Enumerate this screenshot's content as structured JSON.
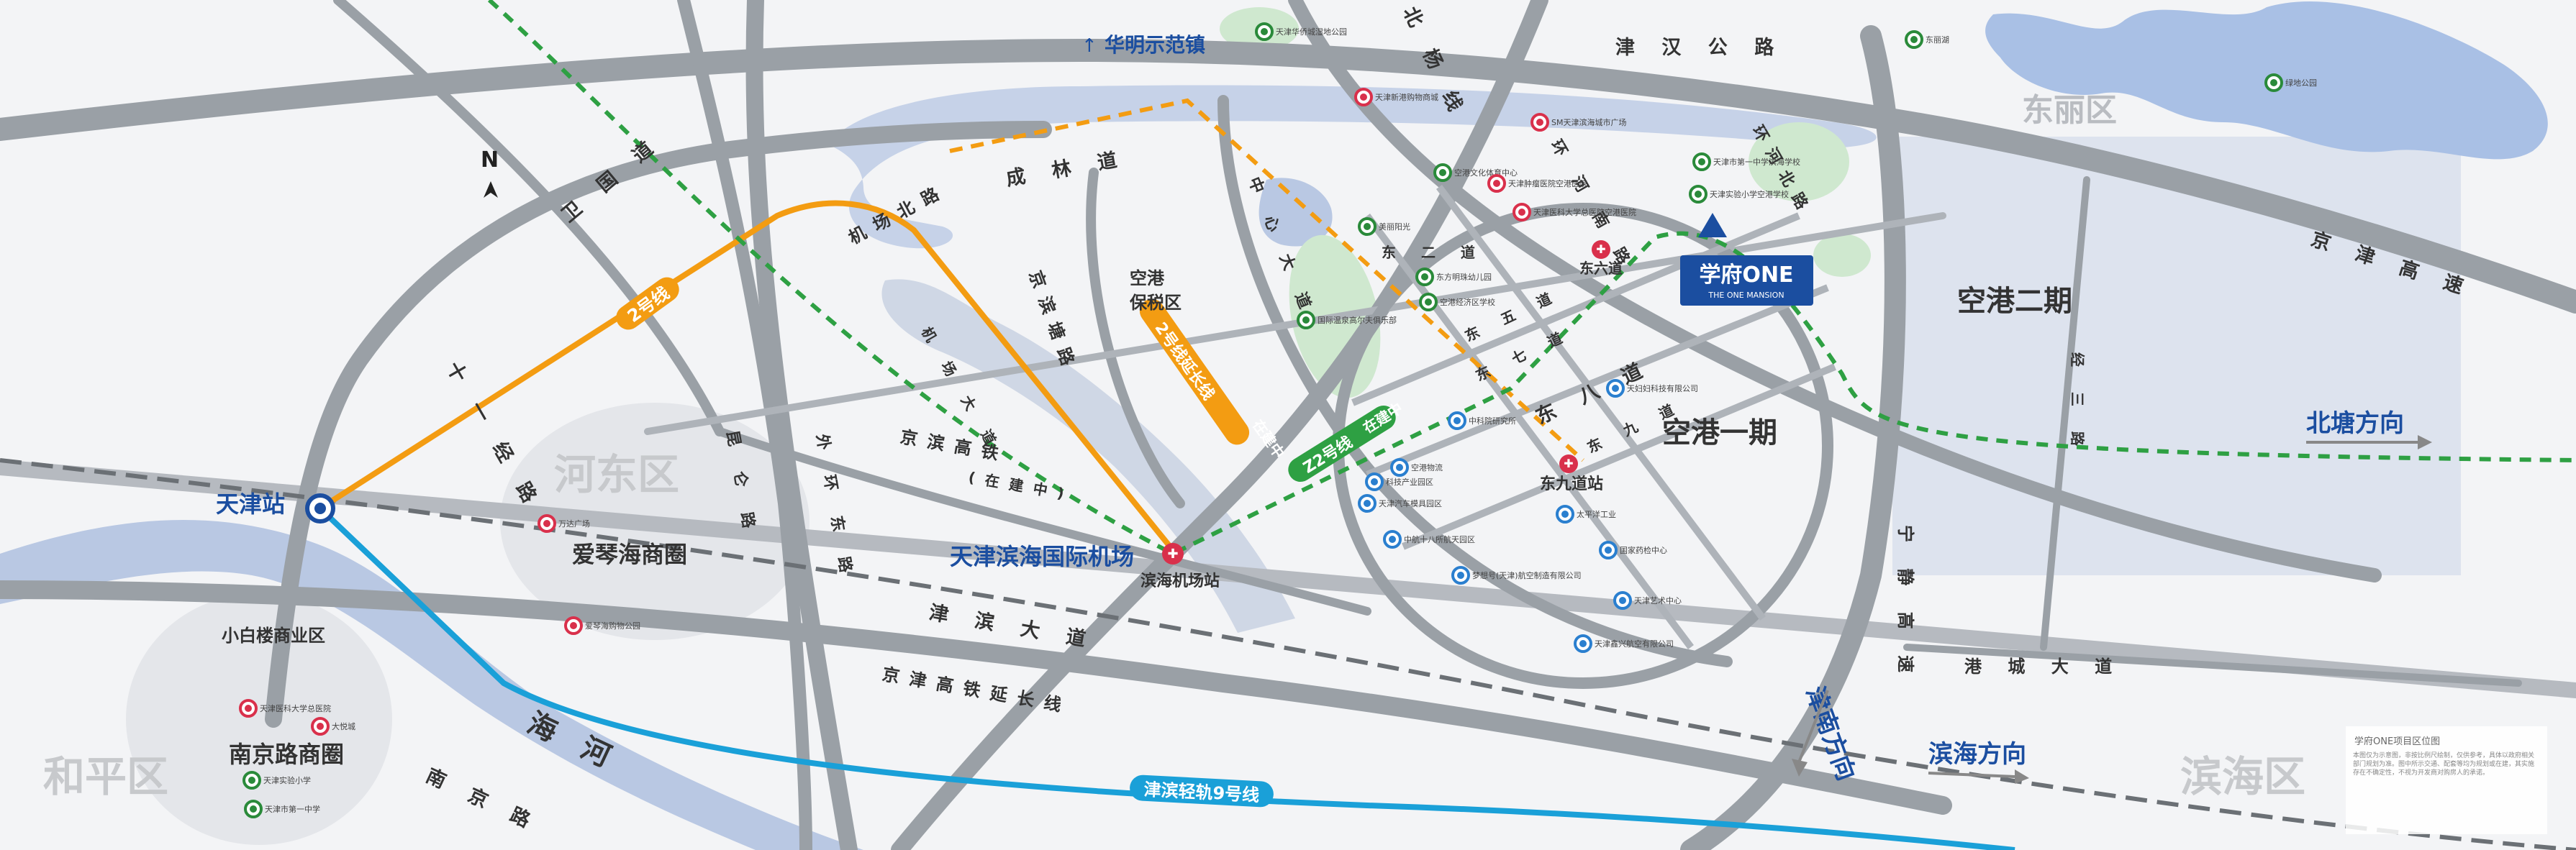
{
  "map": {
    "north_label": "N",
    "town_label": "华明示范镇",
    "airport_label": "天津滨海国际机场",
    "free_trade_label": "空港\n保税区",
    "marker_brand": "学府ONE",
    "marker_sub": "THE ONE MANSION",
    "dongli_label": "东丽区"
  },
  "districts": [
    {
      "name": "河东区"
    },
    {
      "name": "和平区"
    },
    {
      "name": "滨海区"
    },
    {
      "name": "东丽区"
    }
  ],
  "zones": {
    "kg1": "空港一期",
    "kg2": "空港二期",
    "aiqin": "爱琴海商圈",
    "nanjing": "南京路商圈",
    "xiaobai": "小白楼商业区"
  },
  "roads": {
    "jinhan": "津 汉 公 路",
    "jingjin": "京 津 高 速",
    "beiyang": "北 杨 线",
    "weiguo": "卫 国 道",
    "jichang_n": "机场北路",
    "shiyijing": "十 一 经 路",
    "chenglin": "成 林 道",
    "jingbin_dadao": "京滨塘路",
    "zhongxin": "中 心 大 道",
    "dongliu": "东 六 道",
    "donger": "东 二 道",
    "dongwu": "东 五 道",
    "dongqi": "东 七 道",
    "dongba": "东 八 道",
    "dongjiu": "东 九 道",
    "huanhe_n": "环河北路",
    "huanhe_s": "环 河 南 路",
    "jingsan": "经 三 路",
    "ninjing": "宁 静 高 速",
    "gangcheng": "港 城 大 道",
    "jinbin": "津 滨 大 道",
    "jingbin_gt": "京滨高铁",
    "jingbin_gt_ext": "京津高铁延长线",
    "kunlun": "昆 仑 路",
    "waihuan": "外 环 东 路",
    "jichang_dadao": "机 场 大 道",
    "nanjing_rd": "南 京 路",
    "haihe": "海 河",
    "jinbin_gt_under": "(在建中)"
  },
  "lines": {
    "line2": "2号线",
    "line2_ext": "2号线延长线",
    "line2_ext_status": "在建中",
    "line22": "Z2号线",
    "line22_status": "在建中",
    "line9": "津滨轻轨9号线"
  },
  "stations": {
    "tianjin": "天津站",
    "binhai_airport": "滨海机场站",
    "dongjiu": "东九道站",
    "dongliu": "东六道"
  },
  "directions": {
    "beitang": "北塘方向",
    "binhai": "滨海方向",
    "jinnan": "津南方向"
  },
  "pois": [
    {
      "name": "万达广场",
      "kind": "mall"
    },
    {
      "name": "爱琴海购物公园",
      "kind": "mall"
    },
    {
      "name": "天津医科大学总医院",
      "kind": "hospital"
    },
    {
      "name": "大悦城",
      "kind": "mall"
    },
    {
      "name": "天津实验小学",
      "kind": "school"
    },
    {
      "name": "天津市第一中学",
      "kind": "school"
    },
    {
      "name": "天津新港购物商城",
      "kind": "mall"
    },
    {
      "name": "SM天津滨海城市广场",
      "kind": "mall"
    },
    {
      "name": "天津市第一中学滨海学校",
      "kind": "school"
    },
    {
      "name": "天津实验小学空港学校",
      "kind": "school"
    },
    {
      "name": "空港文化体育中心",
      "kind": "park"
    },
    {
      "name": "天津肿瘤医院空港医院",
      "kind": "hospital"
    },
    {
      "name": "天津医科大学总医院空港医院",
      "kind": "hospital"
    },
    {
      "name": "美丽阳光",
      "kind": "park"
    },
    {
      "name": "东方明珠幼儿园",
      "kind": "school"
    },
    {
      "name": "空港经济区学校",
      "kind": "school"
    },
    {
      "name": "国际温泉高尔夫俱乐部",
      "kind": "park"
    },
    {
      "name": "中科院研究所",
      "kind": "business"
    },
    {
      "name": "空港物流",
      "kind": "business"
    },
    {
      "name": "科技产业园区",
      "kind": "business"
    },
    {
      "name": "天津汽车模具园区",
      "kind": "business"
    },
    {
      "name": "中航十八所航天园区",
      "kind": "business"
    },
    {
      "name": "太平洋工业",
      "kind": "business"
    },
    {
      "name": "国家药检中心",
      "kind": "business"
    },
    {
      "name": "梦想号(天津)航空制造有限公司",
      "kind": "business"
    },
    {
      "name": "天津艺术中心",
      "kind": "business"
    },
    {
      "name": "天津鑫兴航空有限公司",
      "kind": "business"
    },
    {
      "name": "天妇妇科技有限公司",
      "kind": "business"
    },
    {
      "name": "天津华侨城湿地公园",
      "kind": "park"
    },
    {
      "name": "东丽湖",
      "kind": "park"
    },
    {
      "name": "绿地公园",
      "kind": "park"
    }
  ],
  "legend": {
    "title": "学府ONE项目区位图",
    "body": "本图仅为示意图，非按比例尺绘制，仅供参考，具体以政府相关部门规划为准。图中所示交通、配套等均为规划或在建，其实施存在不确定性，不视为开发商对购房人的承诺。"
  },
  "colors": {
    "road": "#9aa0a6",
    "road_major": "#8a8f95",
    "water": "#b9c8e3",
    "park": "#cfe8cf",
    "line2": "#f39c12",
    "line22": "#2ea043",
    "line9": "#1aa0d8",
    "rail": "#6b7075",
    "brand": "#1b4ea0",
    "poi_red": "#d9304b",
    "poi_green": "#2a8a3a",
    "poi_blue": "#2a7fcf"
  }
}
